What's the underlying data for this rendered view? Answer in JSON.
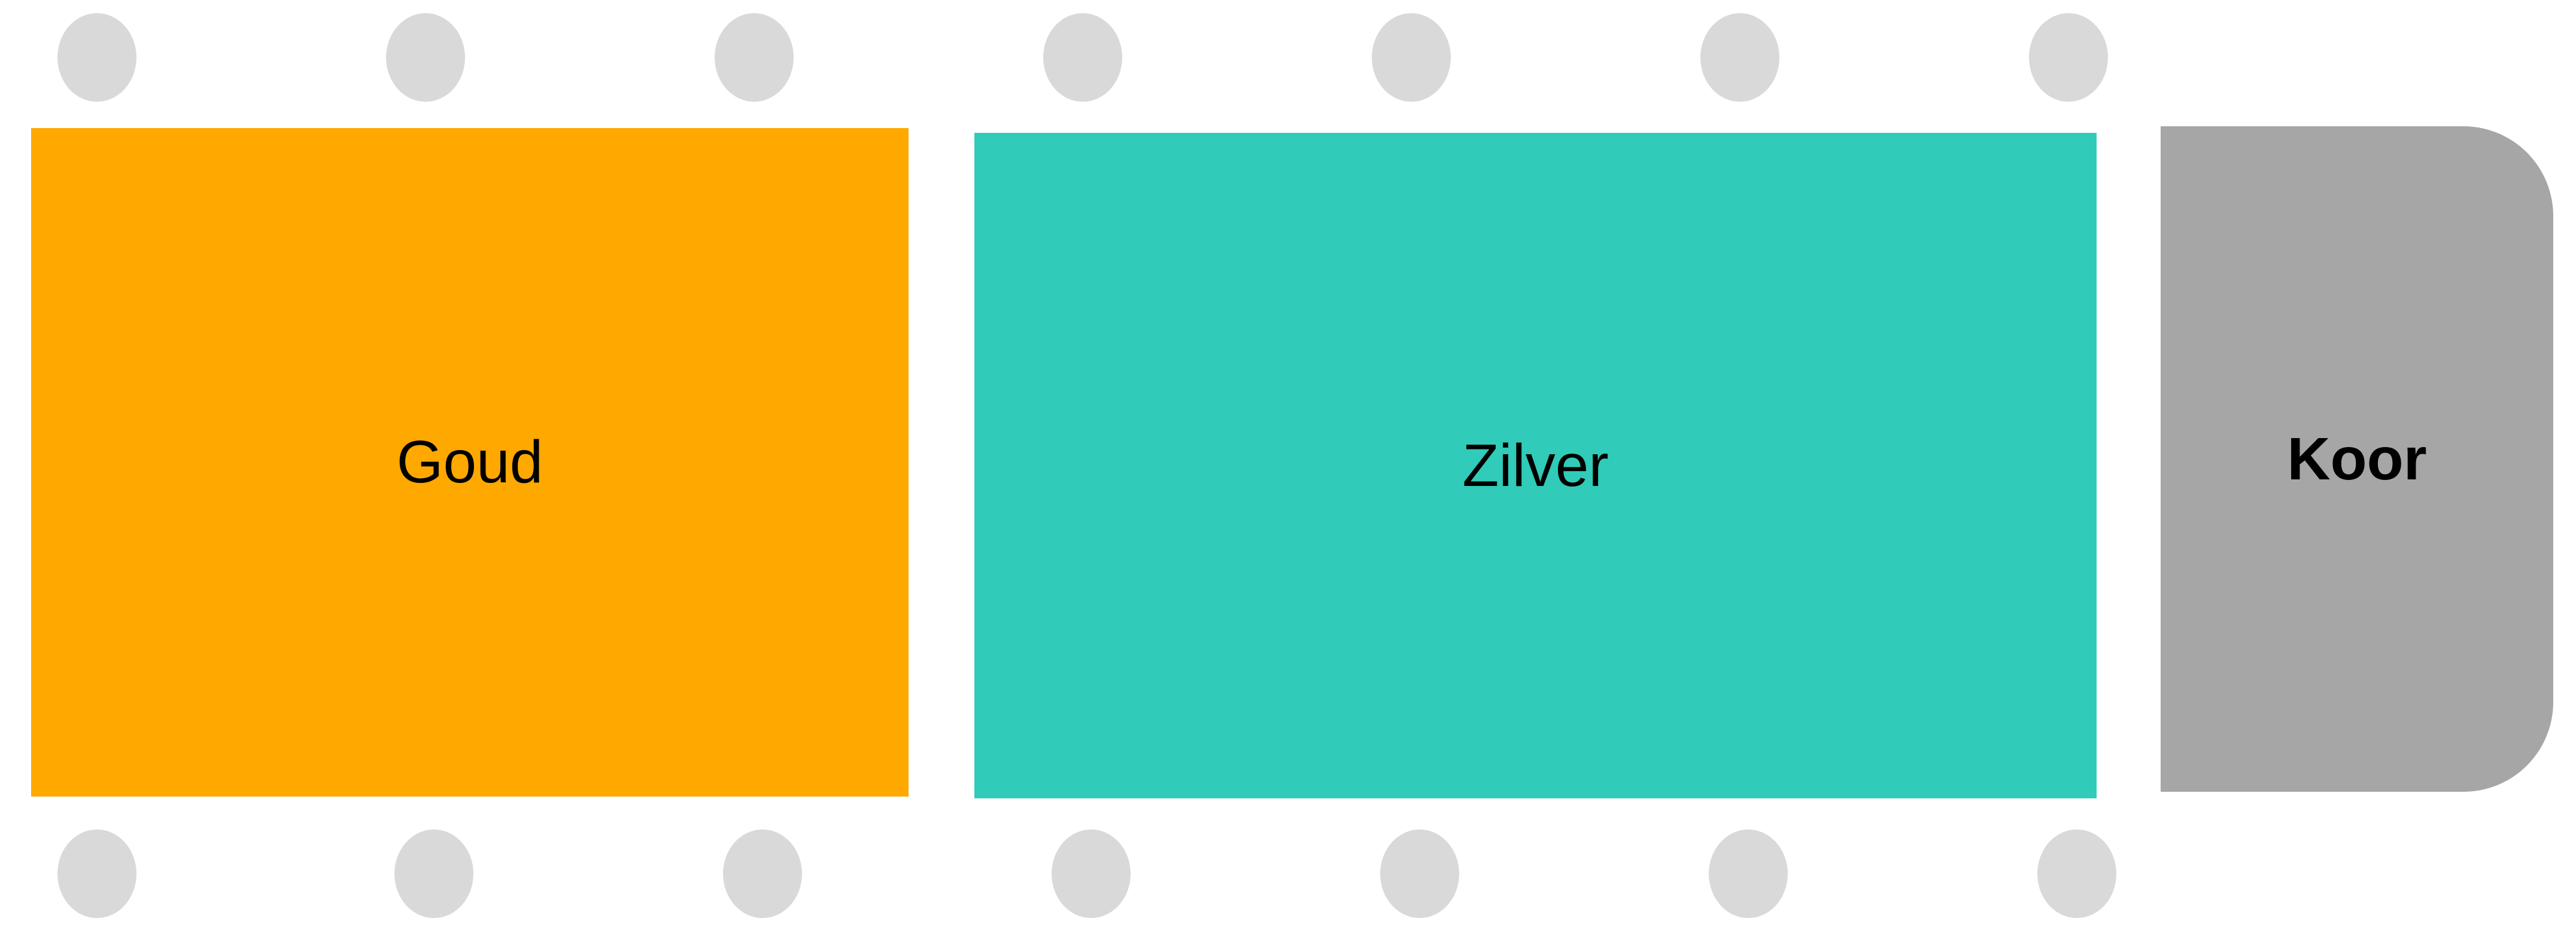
{
  "sections": {
    "goud": {
      "label": "Goud",
      "color": "#FFA800"
    },
    "zilver": {
      "label": "Zilver",
      "color": "#30CBB9"
    },
    "koor": {
      "label": "Koor",
      "color": "#A6A6A6"
    }
  },
  "seats": {
    "top_count": 7,
    "bottom_count": 7,
    "color": "#D9D9D9"
  }
}
